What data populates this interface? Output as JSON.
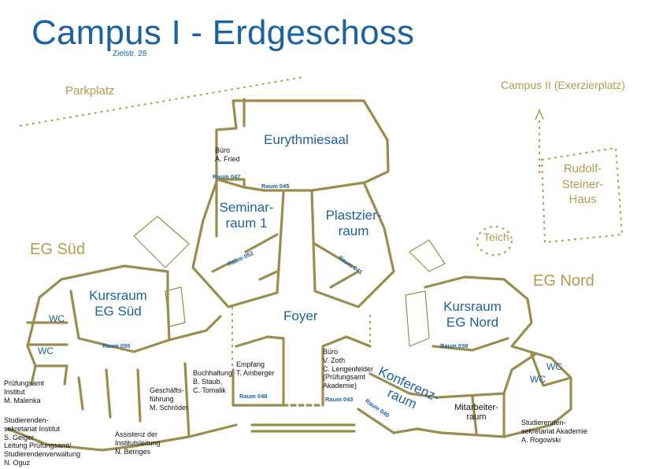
{
  "header": {
    "title": "Campus I - Erdgeschoss",
    "address": "Zielstr. 28"
  },
  "outside": {
    "parking": "Parkplatz",
    "campus2": "Campus II (Exerzierplatz)",
    "rudolf_steiner": [
      "Rudolf-",
      "Steiner-",
      "Haus"
    ],
    "pond": "Teich"
  },
  "areas": {
    "south": "EG Süd",
    "north": "EG Nord"
  },
  "rooms": {
    "eurythmie": "Eurythmiesaal",
    "seminar": [
      "Seminar-",
      "raum 1"
    ],
    "plastizier": [
      "Plastzier-",
      "raum"
    ],
    "foyer": "Foyer",
    "kurs_sued": [
      "Kursraum",
      "EG Süd"
    ],
    "kurs_nord": [
      "Kursraum",
      "EG Nord"
    ],
    "konferenz": [
      "Konferenz-",
      "raum"
    ],
    "mitarbeiter": [
      "Mitarbeiter-",
      "raum"
    ],
    "wc": "WC"
  },
  "room_numbers": {
    "r047": "Raum 047",
    "r045": "Raum 045",
    "r052": "Raum 052",
    "r041": "Raum 041",
    "r055": "Raum 055",
    "r039": "Raum 039",
    "r048": "Raum 048",
    "r043": "Raum 043",
    "r040": "Raum 040"
  },
  "offices": {
    "fried": [
      "Büro",
      "A. Fried"
    ],
    "empfang": [
      "Empfang",
      "T. Amberger"
    ],
    "buchhaltung": [
      "Buchhaltung",
      "B. Staub,",
      "C. Tomalik"
    ],
    "geschaeftsfuehrung": [
      "Geschäfts-",
      "führung",
      "M. Schröder"
    ],
    "zoth": [
      "Büro",
      "V. Zoth",
      "C. Lengenfelder",
      "(Prüfungsamt",
      "Akademie)"
    ],
    "pruefungsamt_institut": [
      "Prüfungsamt",
      "Institut",
      "M. Malenka"
    ],
    "studierenden_institut": [
      "Studierenden-",
      "sekretariat Institut",
      "S. Geiger",
      "Leitung Prüfungsamt/",
      "Studierendenverwaltung",
      "N. Oguz"
    ],
    "assistenz": [
      "Assistenz der",
      "Institutsleitung",
      "N. Bernges"
    ],
    "studierenden_akademie": [
      "Studierenden-",
      "sekretariat Akademie",
      "A. Rogowski"
    ]
  },
  "colors": {
    "wall": "#9c8c4d",
    "blue": "#1b62a5",
    "gold": "#b59a4f"
  }
}
